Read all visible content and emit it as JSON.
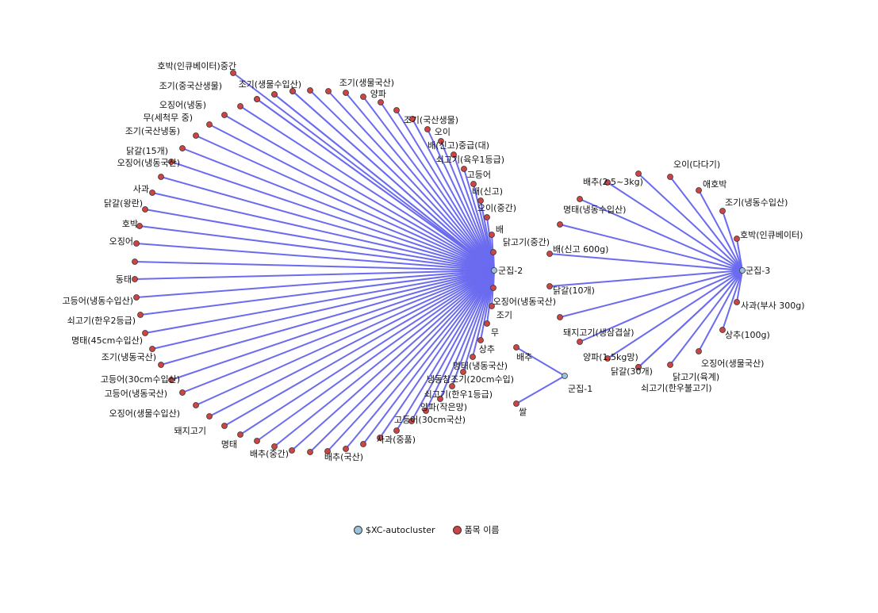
{
  "colors": {
    "edge": "#6b6bf0",
    "cluster_node": "#9cc3dc",
    "item_node": "#cc4444",
    "node_border": "#333333"
  },
  "legend": [
    {
      "label": "$XC-autocluster",
      "icon": "cluster-node-icon",
      "color": "#9cc3dc"
    },
    {
      "label": "품목 이름",
      "icon": "item-node-icon",
      "color": "#cc4444"
    }
  ],
  "clusters": [
    {
      "name": "군집-1",
      "items": [
        "배추",
        "쌀"
      ]
    },
    {
      "name": "군집-2",
      "items": [
        "호박(인큐베이터)중간",
        "조기(중국산생물)",
        "조기(생물수입산)",
        "조기(생물국산)",
        "",
        "",
        "",
        "양파",
        "",
        "조기(국산생물)",
        "오이",
        "배(신고)중급(대)",
        "쇠고기(육우1등급)",
        "고등어",
        "배(신고)",
        "오이(중간)",
        "배",
        "닭고기(중간)",
        "",
        "",
        "오징어(냉동국산)",
        "조기",
        "무",
        "상추",
        "명태(냉동국산)",
        "냉동참조기(20cm수입)",
        "쇠고기(한우1등급)",
        "양파(작은망)",
        "고등어(30cm국산)",
        "사과(중품)",
        "",
        "배추(국산)",
        "",
        "",
        "배추(중간)",
        "",
        "명태",
        "",
        "돼지고기",
        "",
        "오징어(생물수입산)",
        "",
        "고등어(냉동국산)",
        "",
        "고등어(30cm수입산)",
        "조기(냉동국산)",
        "",
        "명태(45cm수입산)",
        "쇠고기(한우2등급)",
        "",
        "고등어(냉동수입산)",
        "",
        "동태",
        "",
        "오징어",
        "호박",
        "닭갈(왕란)",
        "사과",
        "",
        "오징어(냉동국산)",
        "닭갈(15개)",
        "조기(국산냉동)",
        "무(세척무 중)",
        "오징어(냉동)",
        "",
        ""
      ]
    },
    {
      "name": "군집-3",
      "items": [
        "오이(다다기)",
        "애호박",
        "조기(냉동수입산)",
        "호박(인큐베이터)",
        "사과(부사 300g)",
        "상추(100g)",
        "오징어(생물국산)",
        "닭고기(육계)",
        "쇠고기(한우불고기)",
        "닭갈(30개)",
        "양파(1.5kg망)",
        "돼지고기(생삼겹살)",
        "",
        "닭갈(10개)",
        "배(신고 600g)",
        "",
        "명태(냉동수입산)",
        "배추(2.5~3kg)",
        ""
      ]
    }
  ]
}
